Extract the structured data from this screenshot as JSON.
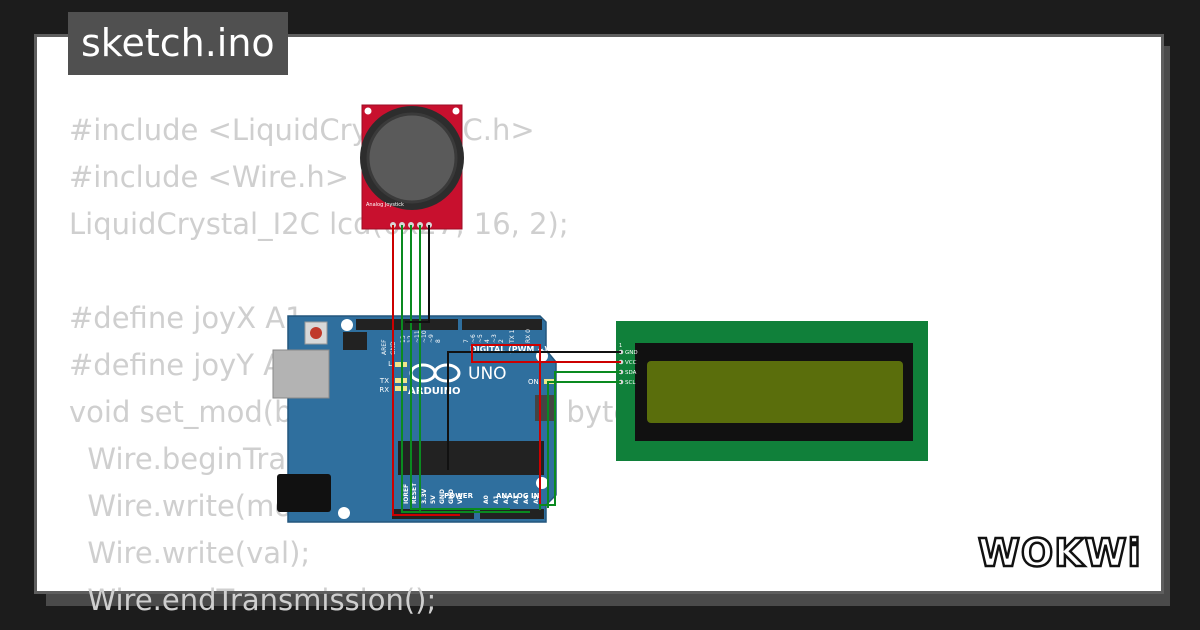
{
  "sketch": {
    "filename": "sketch.ino"
  },
  "code_lines": [
    "#include <LiquidCrystal_I2C.h>",
    "#include <Wire.h>",
    "LiquidCrystal_I2C lcd(0x27, 16, 2);",
    "",
    "#define joyX A1",
    "#define joyY A2",
    "void set_mod(byte mod, byte val, byte",
    "  Wire.beginTransmission",
    "  Wire.write(mod);",
    "  Wire.write(val);",
    "  Wire.endTransmission();"
  ],
  "arduino": {
    "brand": "ARDUINO",
    "model": "UNO",
    "digital_label": "DIGITAL (PWM ~)",
    "power_label": "POWER",
    "analog_label": "ANALOG IN",
    "aref": "AREF",
    "gnd": "GND",
    "led_l": "L",
    "led_tx": "TX",
    "led_rx": "RX",
    "led_on": "ON",
    "digital_pins": [
      "13",
      "12",
      "~11",
      "~10",
      "~9",
      "8",
      "7",
      "~6",
      "~5",
      "4",
      "~3",
      "2",
      "TX 1",
      "RX 0"
    ],
    "power_pins": [
      "IOREF",
      "RESET",
      "3.3V",
      "5V",
      "GND",
      "GND",
      "Vin"
    ],
    "analog_pins": [
      "A0",
      "A1",
      "A2",
      "A3",
      "A4",
      "A5"
    ]
  },
  "joystick": {
    "label": "Analog Joystick"
  },
  "lcd": {
    "pins": [
      "GND",
      "VCC",
      "SDA",
      "SCL"
    ],
    "pin_index": "1"
  },
  "brand": {
    "logo": "WOKWi"
  },
  "colors": {
    "board": "#2f6f9e",
    "joystick_pcb": "#c8102e",
    "lcd_pcb": "#10803a",
    "lcd_screen": "#5a6e0c",
    "wire_red": "#cc0000",
    "wire_green": "#0a8a20",
    "wire_black": "#111111"
  }
}
